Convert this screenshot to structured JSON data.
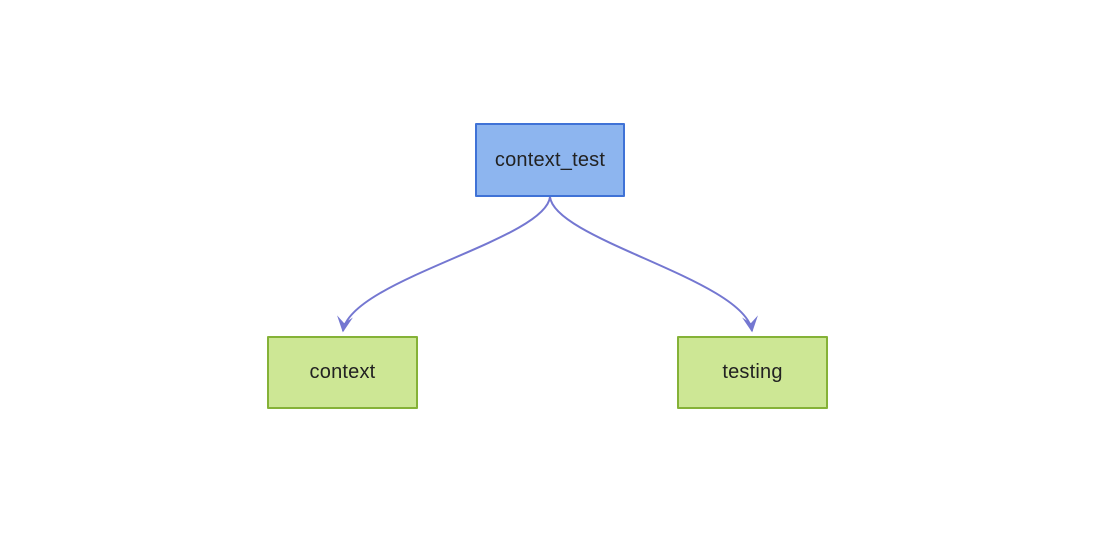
{
  "diagram": {
    "type": "flowchart",
    "direction": "top-down",
    "background_color": "#ffffff",
    "edge_color": "#7477d1",
    "label_color": "#222222",
    "nodes": [
      {
        "id": "context_test",
        "label": "context_test",
        "role": "parent",
        "fill": "#8db5ef",
        "stroke": "#3f72d6"
      },
      {
        "id": "context",
        "label": "context",
        "role": "child",
        "fill": "#cde795",
        "stroke": "#85b237"
      },
      {
        "id": "testing",
        "label": "testing",
        "role": "child",
        "fill": "#cde795",
        "stroke": "#85b237"
      }
    ],
    "edges": [
      {
        "from": "context_test",
        "to": "context",
        "arrowhead": "barb-down"
      },
      {
        "from": "context_test",
        "to": "testing",
        "arrowhead": "barb-down"
      }
    ]
  }
}
